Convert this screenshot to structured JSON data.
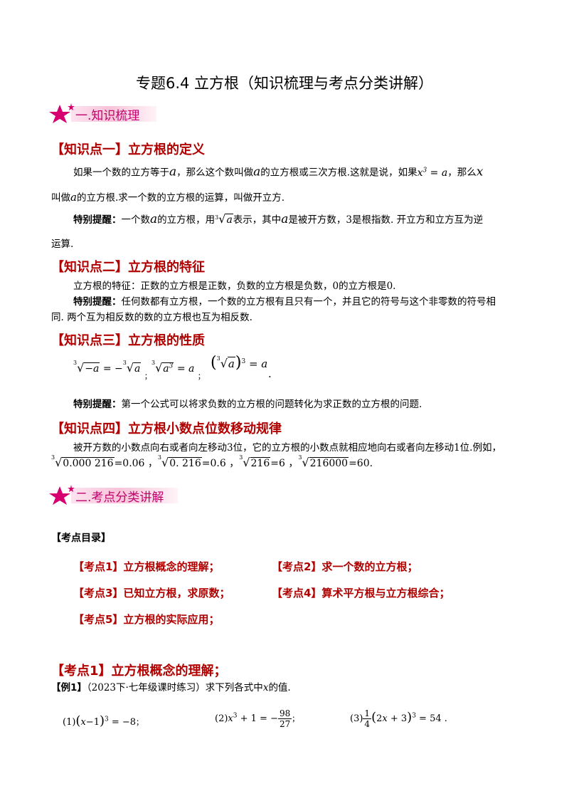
{
  "title": "专题6.4 立方根（知识梳理与考点分类讲解）",
  "sections": {
    "s1": "一.知识梳理",
    "s2": "二.考点分类讲解"
  },
  "kp1": {
    "heading": "【知识点一】立方根的定义",
    "p1a": "如果一个数的立方等于",
    "p1b": "，那么这个数叫做",
    "p1c": "的立方根或三次方根.这就是说，如果",
    "p1d": "，那么",
    "p2a": "叫做",
    "p2b": "的立方根.求一个数的立方根的运算，叫做开立方.",
    "tip_label": "特别提醒：",
    "tip_a": "一个数",
    "tip_b": "的立方根，用",
    "tip_c": "表示，其中",
    "tip_d": "是被开方数，3是根指数. 开立方和立方互为逆",
    "tip_e": "运算."
  },
  "kp2": {
    "heading": "【知识点二】立方根的特征",
    "p1": "立方根的特征：正数的立方根是正数，负数的立方根是负数，0的立方根是0.",
    "tip_label": "特别提醒：",
    "tip_a": "任何数都有立方根，一个数的立方根有且只有一个，并且它的符号与这个非零数的符号相",
    "tip_b": "同. 两个互为相反数的数的立方根也互为相反数."
  },
  "kp3": {
    "heading": "【知识点三】立方根的性质",
    "tip_label": "特别提醒：",
    "tip": "第一个公式可以将求负数的立方根的问题转化为求正数的立方根的问题."
  },
  "kp4": {
    "heading": "【知识点四】立方根小数点位数移动规律",
    "p1": "被开方数的小数点向右或者向左移动3位，它的立方根的小数点就相应地向右或者向左移动1位.例如，",
    "e1": "0.000 216",
    "r1": "=0.06",
    "e2": "0. 216",
    "r2": "=0.6",
    "e3": "216",
    "r3": "=6",
    "e4": "216000",
    "r4": "=60"
  },
  "catalog": {
    "heading": "【考点目录】",
    "items": [
      "【考点1】立方根概念的理解；",
      "【考点2】求一个数的立方根；",
      "【考点3】已知立方根，求原数；",
      "【考点4】算术平方根与立方根综合；",
      "【考点5】立方根的实际应用；"
    ]
  },
  "topic1": {
    "heading": "【考点1】立方根概念的理解；",
    "ex_label": "【例1】",
    "ex_text": "（2023下·七年级课时练习）求下列各式中",
    "ex_text2": "的值.",
    "q1": "(1)",
    "q2": "(2)",
    "q3": "(3)"
  }
}
